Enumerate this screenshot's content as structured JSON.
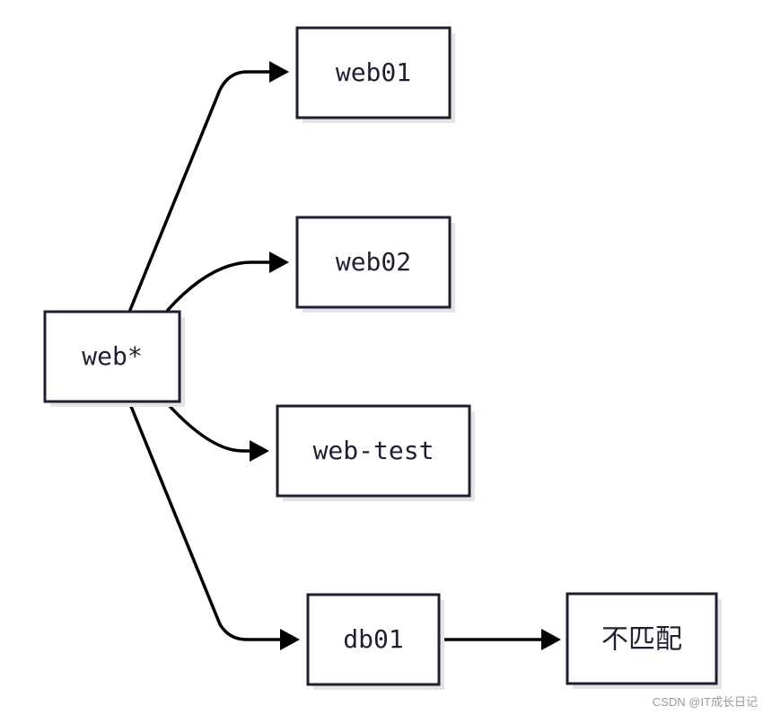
{
  "diagram": {
    "nodes": [
      {
        "id": "web-star",
        "label": "web*"
      },
      {
        "id": "web01",
        "label": "web01"
      },
      {
        "id": "web02",
        "label": "web02"
      },
      {
        "id": "web-test",
        "label": "web-test"
      },
      {
        "id": "db01",
        "label": "db01"
      },
      {
        "id": "no-match",
        "label": "不匹配"
      }
    ],
    "edges": [
      {
        "from": "web-star",
        "to": "web01"
      },
      {
        "from": "web-star",
        "to": "web02"
      },
      {
        "from": "web-star",
        "to": "web-test"
      },
      {
        "from": "web-star",
        "to": "db01"
      },
      {
        "from": "db01",
        "to": "no-match"
      }
    ]
  },
  "watermark": "CSDN @IT成长日记"
}
